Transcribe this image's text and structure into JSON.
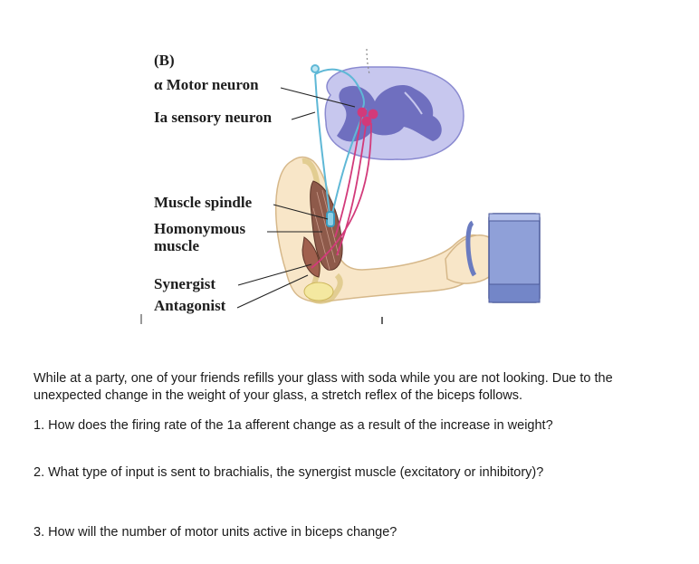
{
  "figure": {
    "panel_label": "(B)",
    "labels": {
      "motor_neuron": "α Motor neuron",
      "ia_sensory_neuron": "Ia sensory neuron",
      "muscle_spindle": "Muscle spindle",
      "homonymous_line1": "Homonymous",
      "homonymous_line2": "muscle",
      "synergist": "Synergist",
      "antagonist": "Antagonist"
    },
    "colors": {
      "spinal_cord_white": "#c7c7ee",
      "spinal_cord_gray": "#6f6fbf",
      "sensory_neuron": "#5fb8d6",
      "motor_neuron": "#d23a7a",
      "skin": "#f8e6c8",
      "muscle": "#8e5a4a",
      "mug": "#8fa0d8"
    }
  },
  "passage": {
    "intro": "While at a party, one of your friends refills your glass with soda while you are not looking.  Due to the unexpected change in the weight of your glass, a stretch reflex of the biceps follows.",
    "questions": [
      "1. How does the firing rate of the 1a afferent change as a result of the increase in weight?",
      "2. What type of input is sent to brachialis, the synergist muscle (excitatory or inhibitory)?",
      "3. How will the number of motor units active in biceps change?"
    ]
  }
}
